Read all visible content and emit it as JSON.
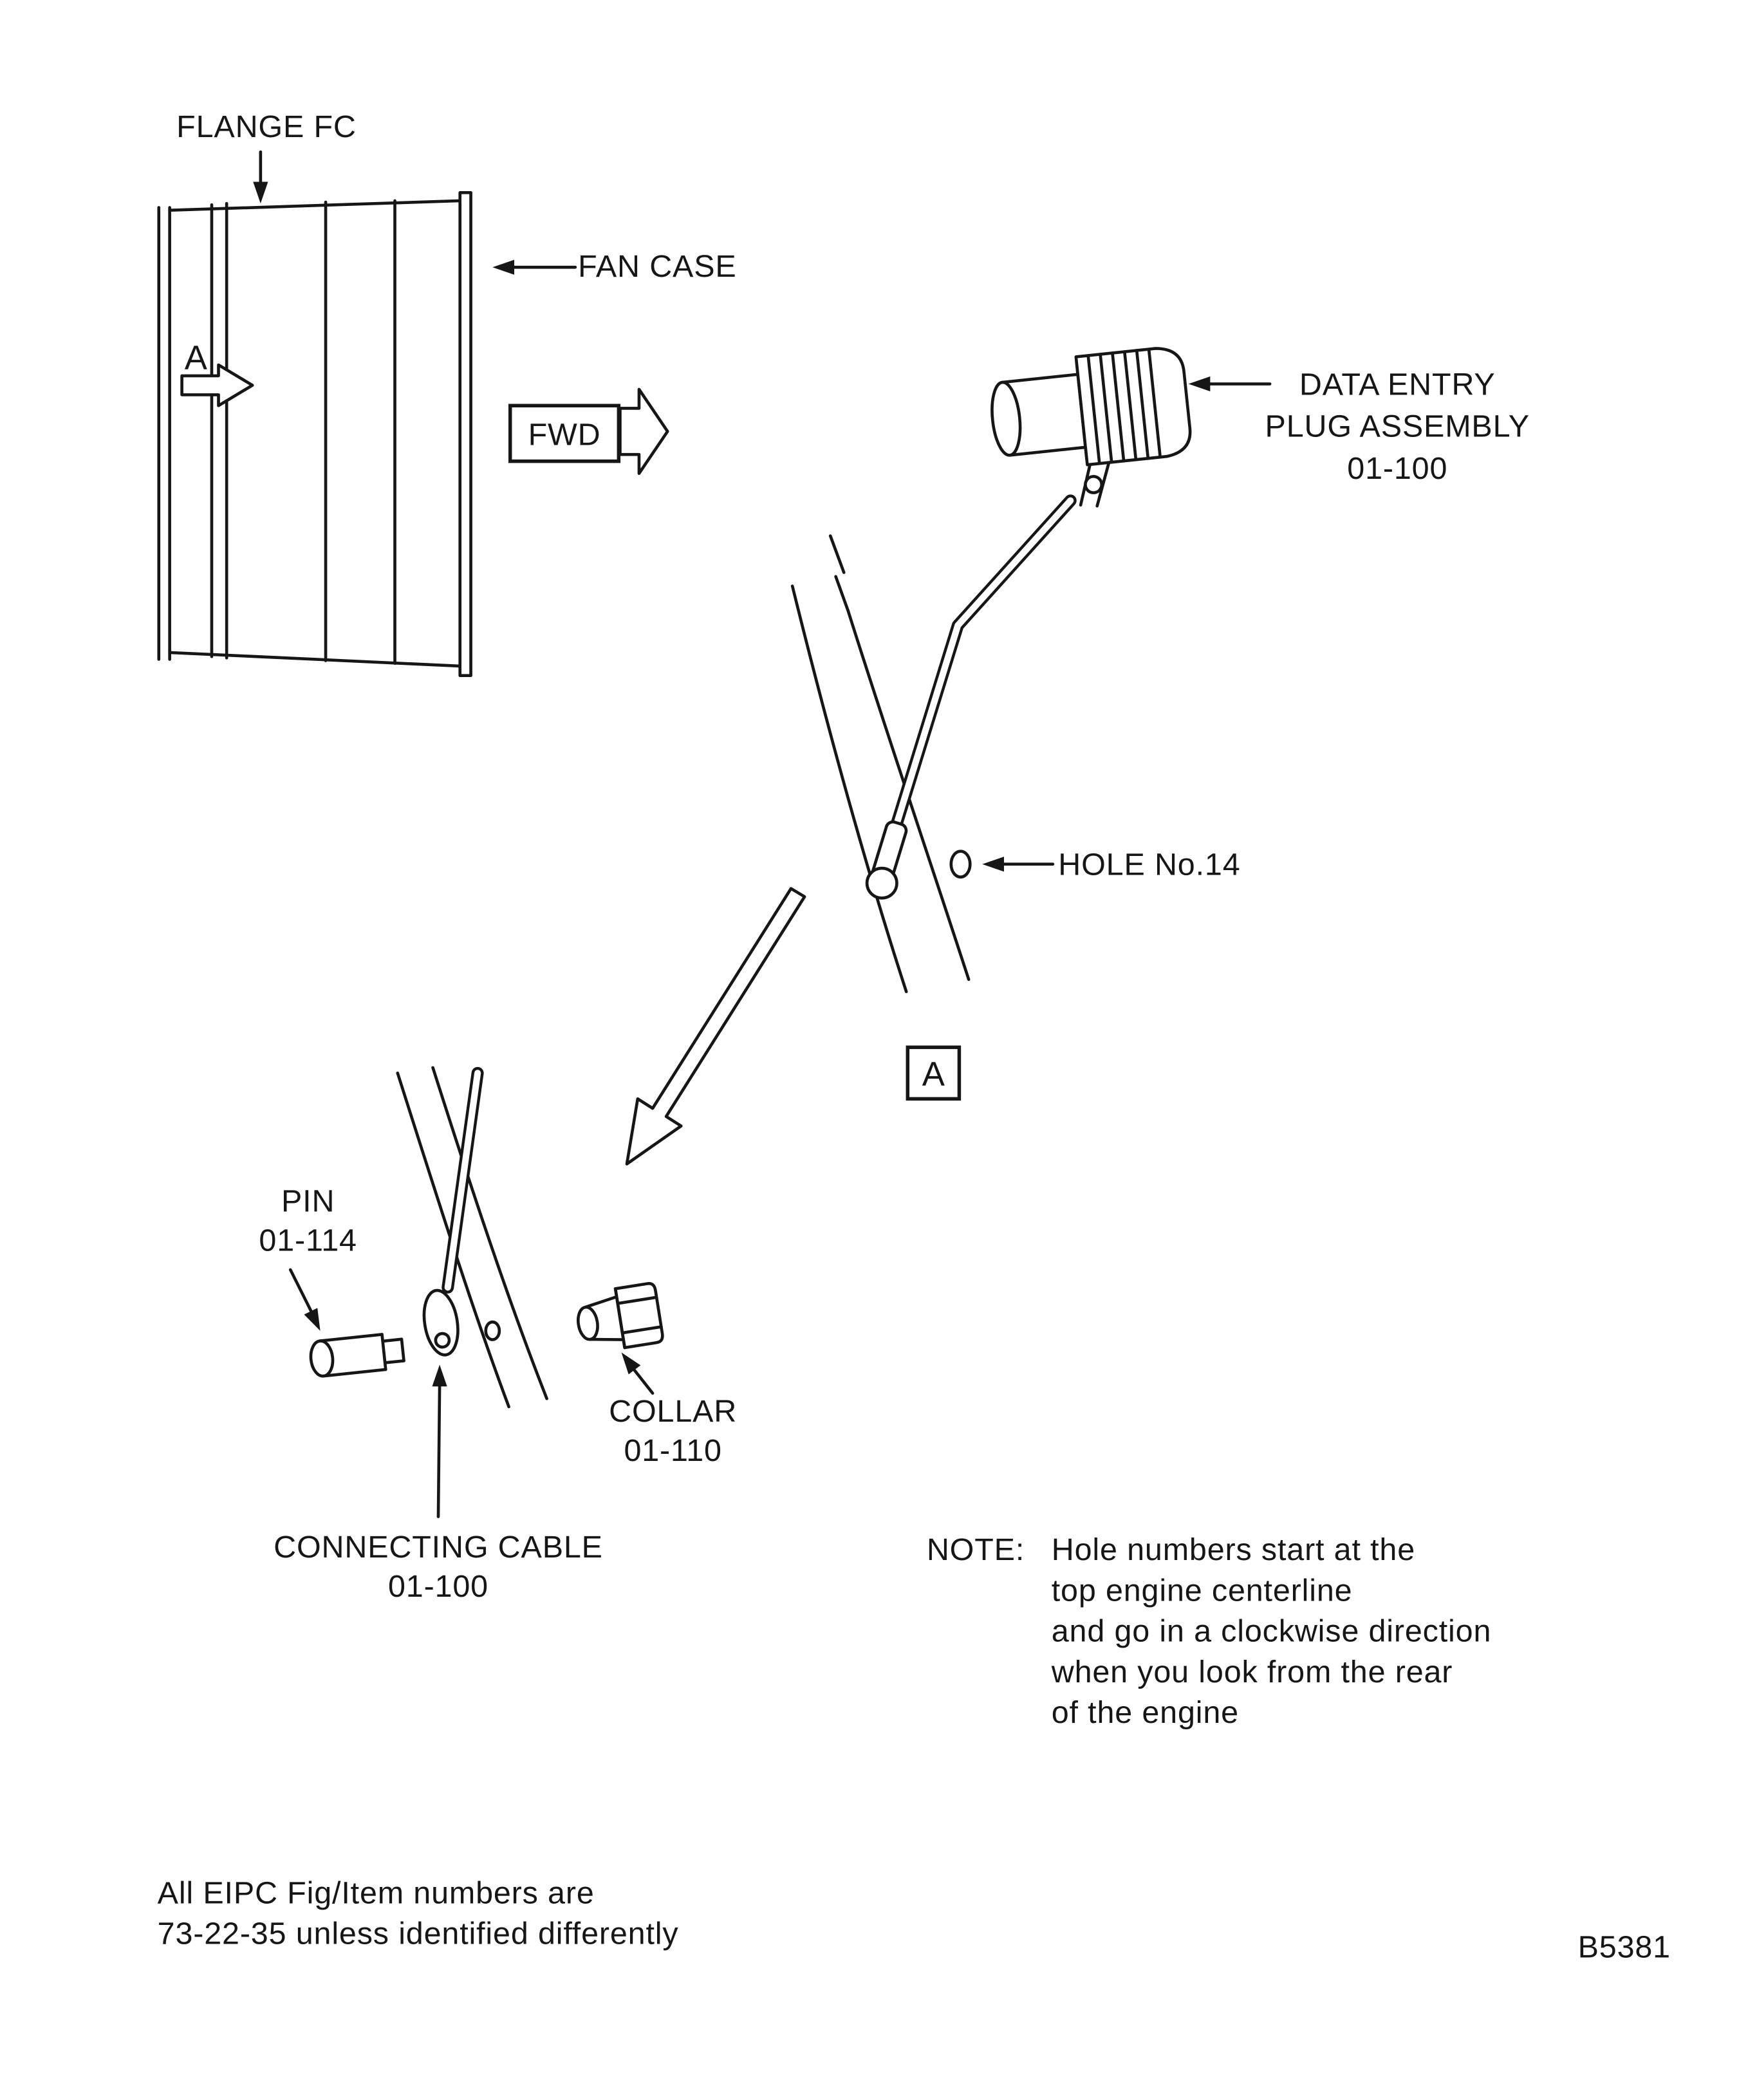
{
  "figure": {
    "background": "#ffffff",
    "ink": "#161616",
    "code": "B5381",
    "footnote_line1": "All EIPC Fig/Item numbers are",
    "footnote_line2": "73-22-35 unless identified differently"
  },
  "callouts": {
    "flange_fc": "FLANGE FC",
    "fan_case": "FAN CASE",
    "fwd": "FWD",
    "view_arrow_letter": "A",
    "detail_ref_letter": "A",
    "data_entry_plug": {
      "line1": "DATA ENTRY",
      "line2": "PLUG ASSEMBLY",
      "line3": "01-100"
    },
    "hole": "HOLE No.14",
    "pin": {
      "line1": "PIN",
      "line2": "01-114"
    },
    "collar": {
      "line1": "COLLAR",
      "line2": "01-110"
    },
    "connecting_cable": {
      "line1": "CONNECTING CABLE",
      "line2": "01-100"
    }
  },
  "note": {
    "prefix": "NOTE:",
    "lines": [
      "Hole numbers start at the",
      "top engine centerline",
      "and go in a clockwise direction",
      "when you look from the rear",
      "of the engine"
    ]
  }
}
